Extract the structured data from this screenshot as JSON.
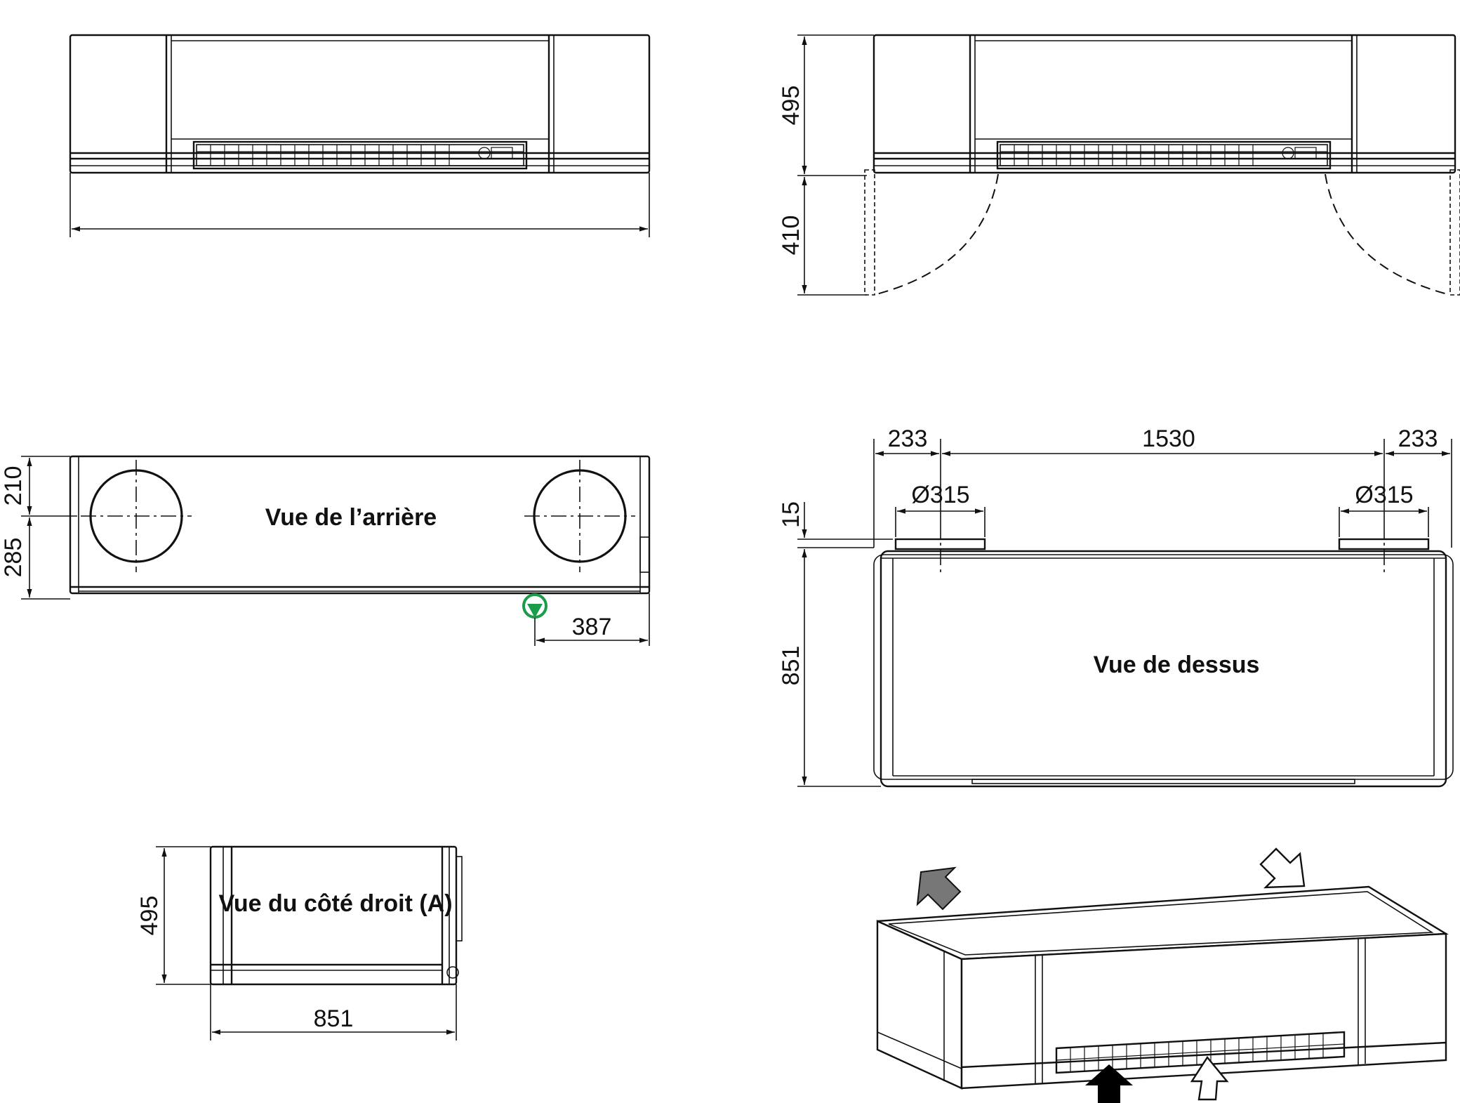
{
  "dimensions": {
    "front_height": "495",
    "door_swing": "410",
    "back_upper": "210",
    "back_lower": "285",
    "drain_offset": "387",
    "top_left_offset": "233",
    "top_spacing": "1530",
    "top_right_offset": "233",
    "duct_left_diameter": "Ø315",
    "duct_right_diameter": "Ø315",
    "duct_height": "15",
    "depth": "851",
    "side_height": "495",
    "side_depth": "851"
  },
  "labels": {
    "rear_view": "Vue de l’arrière",
    "top_view": "Vue de dessus",
    "right_side_view": "Vue du côté droit (A)"
  },
  "colors": {
    "line": "#111111",
    "drain_symbol": "#1a9c4a",
    "arrow_grey": "#777777",
    "arrow_black": "#000000"
  },
  "icons": {
    "drain": "drain-outlet-icon",
    "airflow_extract": "grey-arrow-icon",
    "airflow_supply": "white-arrow-icon",
    "airflow_intake": "black-arrow-icon"
  }
}
